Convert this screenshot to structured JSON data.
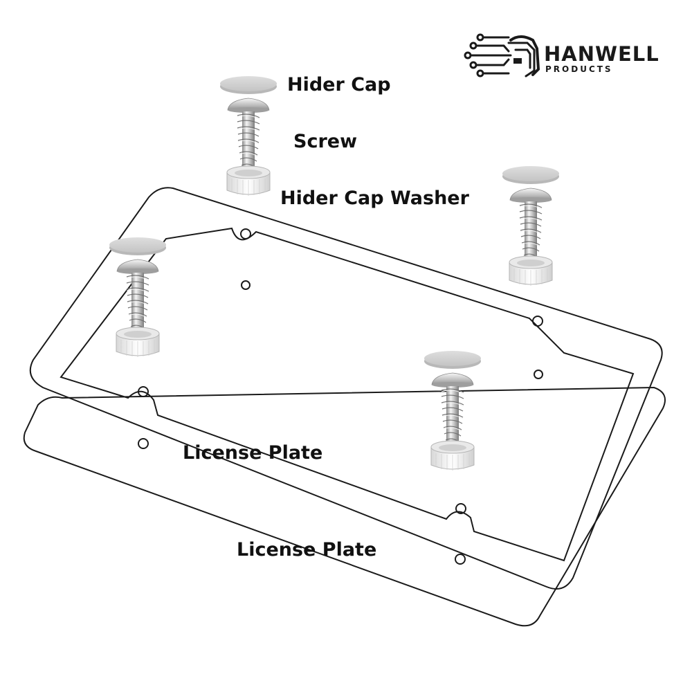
{
  "brand": {
    "name": "HANWELL",
    "sub": "PRODUCTS",
    "icon": "circuit-car-icon"
  },
  "labels": {
    "hider_cap": "Hider Cap",
    "screw": "Screw",
    "hider_cap_washer": "Hider Cap Washer",
    "license_plate_frame": "License Plate",
    "license_plate": "License Plate"
  },
  "colors": {
    "line": "#1a1a1a",
    "cap": "#d4d4d4",
    "metal": "#b9b9b9",
    "washer": "#f2f2f2"
  }
}
